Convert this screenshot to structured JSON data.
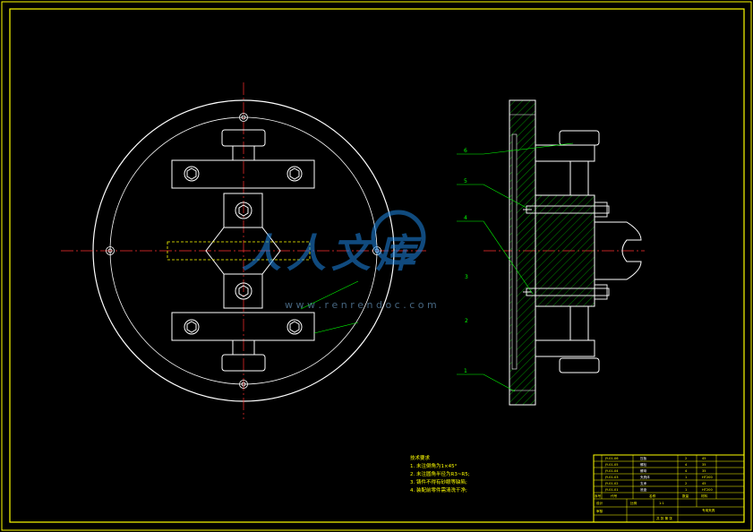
{
  "watermark": {
    "brand": "人人文库",
    "url": "w w w . r e n r e n d o c . c o m"
  },
  "callouts": [
    "6",
    "5",
    "4",
    "3",
    "2",
    "1"
  ],
  "notes": {
    "title": "技术要求",
    "lines": [
      "1. 未注倒角为1×45°",
      "2. 未注圆角半径为R3~R5;",
      "3. 铸件不得有砂眼等缺陷;",
      "4. 装配前零件需清洗干净;"
    ]
  },
  "title_block": {
    "rows": [
      {
        "code": "JY-01-06",
        "name": "压板",
        "qty": "2",
        "mat": "45"
      },
      {
        "code": "JY-01-05",
        "name": "螺栓",
        "qty": "4",
        "mat": "35"
      },
      {
        "code": "JY-01-04",
        "name": "螺母",
        "qty": "4",
        "mat": "35"
      },
      {
        "code": "JY-01-03",
        "name": "夹具体",
        "qty": "1",
        "mat": "HT200"
      },
      {
        "code": "JY-01-02",
        "name": "支承",
        "qty": "2",
        "mat": "45"
      },
      {
        "code": "JY-01-01",
        "name": "底盘",
        "qty": "1",
        "mat": "HT200"
      }
    ],
    "header": {
      "seq": "序号",
      "code": "代号",
      "name": "名称",
      "qty": "数量",
      "mat": "材料"
    },
    "drawing_title": "专用夹具",
    "scale_label": "比例",
    "scale_value": "1:1",
    "designer_label": "设计",
    "checker_label": "审核",
    "sheet_label": "共 张 第 张"
  }
}
